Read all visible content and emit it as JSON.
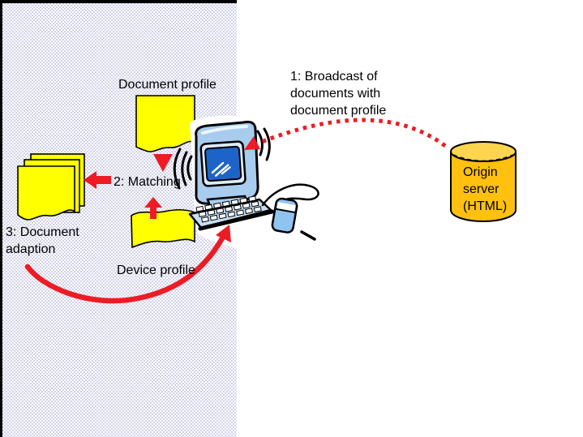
{
  "colors": {
    "page_background": "#FFFFFF",
    "panel_tint": "#D2D2EA",
    "panel_border": "#000000",
    "document_yellow": "#FFFF00",
    "arrow_red": "#ED1C24",
    "cylinder_body": "#FFC010",
    "cylinder_top": "#FFD44F",
    "computer_case_blue": "#A8CCEE",
    "bezel_blue": "#DCEBFA",
    "screen_blue": "#1E64C8",
    "keyboard_blue": "#C6DFF6",
    "mouse_blue": "#8FC3F0",
    "outline_black": "#000000",
    "text_black": "#000000"
  },
  "labels": {
    "document_profile": "Document profile",
    "matching": "2: Matching",
    "document_adaption": [
      "3: Document",
      "adaption"
    ],
    "device_profile": "Device profile",
    "broadcast": [
      "1: Broadcast of",
      "documents with",
      "document profile"
    ],
    "origin_server": [
      "Origin",
      "server",
      "(HTML)"
    ]
  },
  "shapes": {
    "document_profile_doc": "yellow document shape",
    "adapted_documents_stack": "three stacked yellow documents",
    "device_profile_doc": "yellow wavy document shape",
    "client_computer": "desktop computer clipart with monitor, keyboard and mouse",
    "origin_server_cylinder": "orange database cylinder"
  },
  "arrows": {
    "broadcast_arc": {
      "style": "dotted",
      "color": "#ED1C24",
      "from": "origin-server-cylinder",
      "to": "computer-monitor"
    },
    "document_profile_to_matching": {
      "style": "solid-triangle",
      "direction": "down"
    },
    "matching_to_document_stack": {
      "style": "solid",
      "direction": "left"
    },
    "device_profile_to_matching": {
      "style": "solid",
      "direction": "up"
    },
    "adaption_to_computer": {
      "style": "solid-curve",
      "from": "document-adaption",
      "to": "computer-keyboard"
    }
  }
}
